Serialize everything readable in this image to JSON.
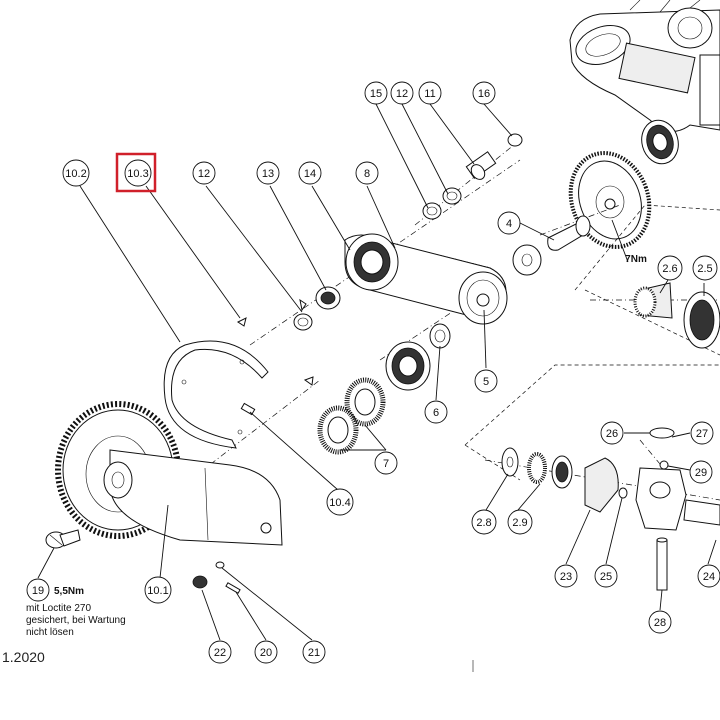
{
  "diagram": {
    "highlighted_callout": "10.3",
    "callouts": {
      "c_15": "15",
      "c_12a": "12",
      "c_11": "11",
      "c_16": "16",
      "c_10_2": "10.2",
      "c_10_3": "10.3",
      "c_12b": "12",
      "c_13": "13",
      "c_14": "14",
      "c_8": "8",
      "c_4": "4",
      "c_2_6": "2.6",
      "c_2_5": "2.5",
      "c_5": "5",
      "c_6": "6",
      "c_7": "7",
      "c_10_4": "10.4",
      "c_26": "26",
      "c_27": "27",
      "c_29": "29",
      "c_2_8": "2.8",
      "c_2_9": "2.9",
      "c_23": "23",
      "c_25": "25",
      "c_24": "24",
      "c_28": "28",
      "c_19": "19",
      "c_10_1": "10.1",
      "c_22": "22",
      "c_20": "20",
      "c_21": "21"
    },
    "torque_7": "7Nm",
    "torque_19": "5,5Nm",
    "note_line1": "mit Loctite 270",
    "note_line2": "gesichert, bei Wartung",
    "note_line3": "nicht lösen",
    "date_fragment": "1.2020",
    "highlight_color": "#d0202a"
  }
}
